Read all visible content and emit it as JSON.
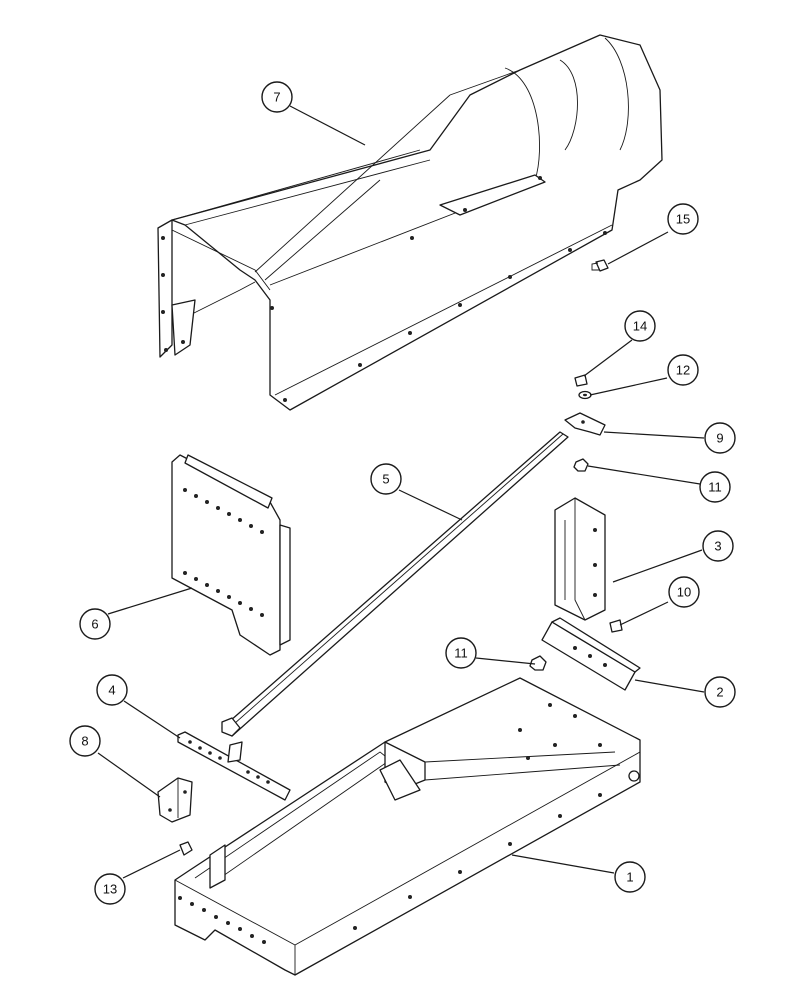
{
  "diagram": {
    "callouts": [
      {
        "id": "c1",
        "label": "1"
      },
      {
        "id": "c2",
        "label": "2"
      },
      {
        "id": "c3",
        "label": "3"
      },
      {
        "id": "c4",
        "label": "4"
      },
      {
        "id": "c5",
        "label": "5"
      },
      {
        "id": "c6",
        "label": "6"
      },
      {
        "id": "c7",
        "label": "7"
      },
      {
        "id": "c8",
        "label": "8"
      },
      {
        "id": "c9",
        "label": "9"
      },
      {
        "id": "c10",
        "label": "10"
      },
      {
        "id": "c11a",
        "label": "11"
      },
      {
        "id": "c11b",
        "label": "11"
      },
      {
        "id": "c12",
        "label": "12"
      },
      {
        "id": "c13",
        "label": "13"
      },
      {
        "id": "c14",
        "label": "14"
      },
      {
        "id": "c15",
        "label": "15"
      }
    ]
  }
}
